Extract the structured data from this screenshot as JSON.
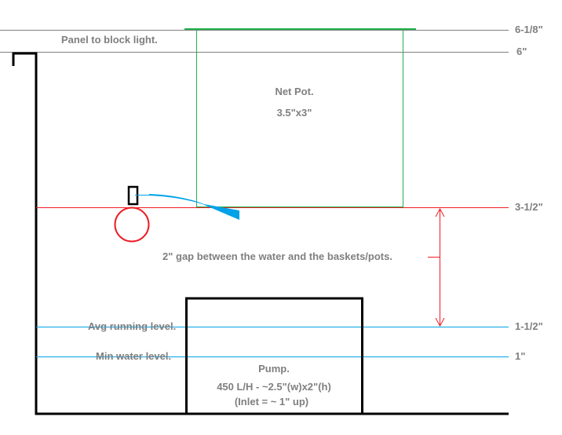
{
  "labels": {
    "panel": "Panel to block light.",
    "net_pot_title": "Net Pot.",
    "net_pot_size": "3.5\"x3\"",
    "gap": "2\" gap between the water and the baskets/pots.",
    "avg_level": "Avg running level.",
    "min_level": "Min water level.",
    "pump_title": "Pump.",
    "pump_spec": "450 L/H - ~2.5\"(w)x2\"(h)",
    "pump_inlet": "(Inlet = ~ 1\" up)"
  },
  "heights": {
    "top": "6-1/8\"",
    "panel": "6\"",
    "basket": "3-1/2\"",
    "avg": "1-1/2\"",
    "min": "1\""
  },
  "colors": {
    "text": "#7f7f7f",
    "guide": "#7f7f7f",
    "pot": "#22b14c",
    "gap": "#ed1c24",
    "water": "#00a2e8",
    "structure": "#000000"
  }
}
